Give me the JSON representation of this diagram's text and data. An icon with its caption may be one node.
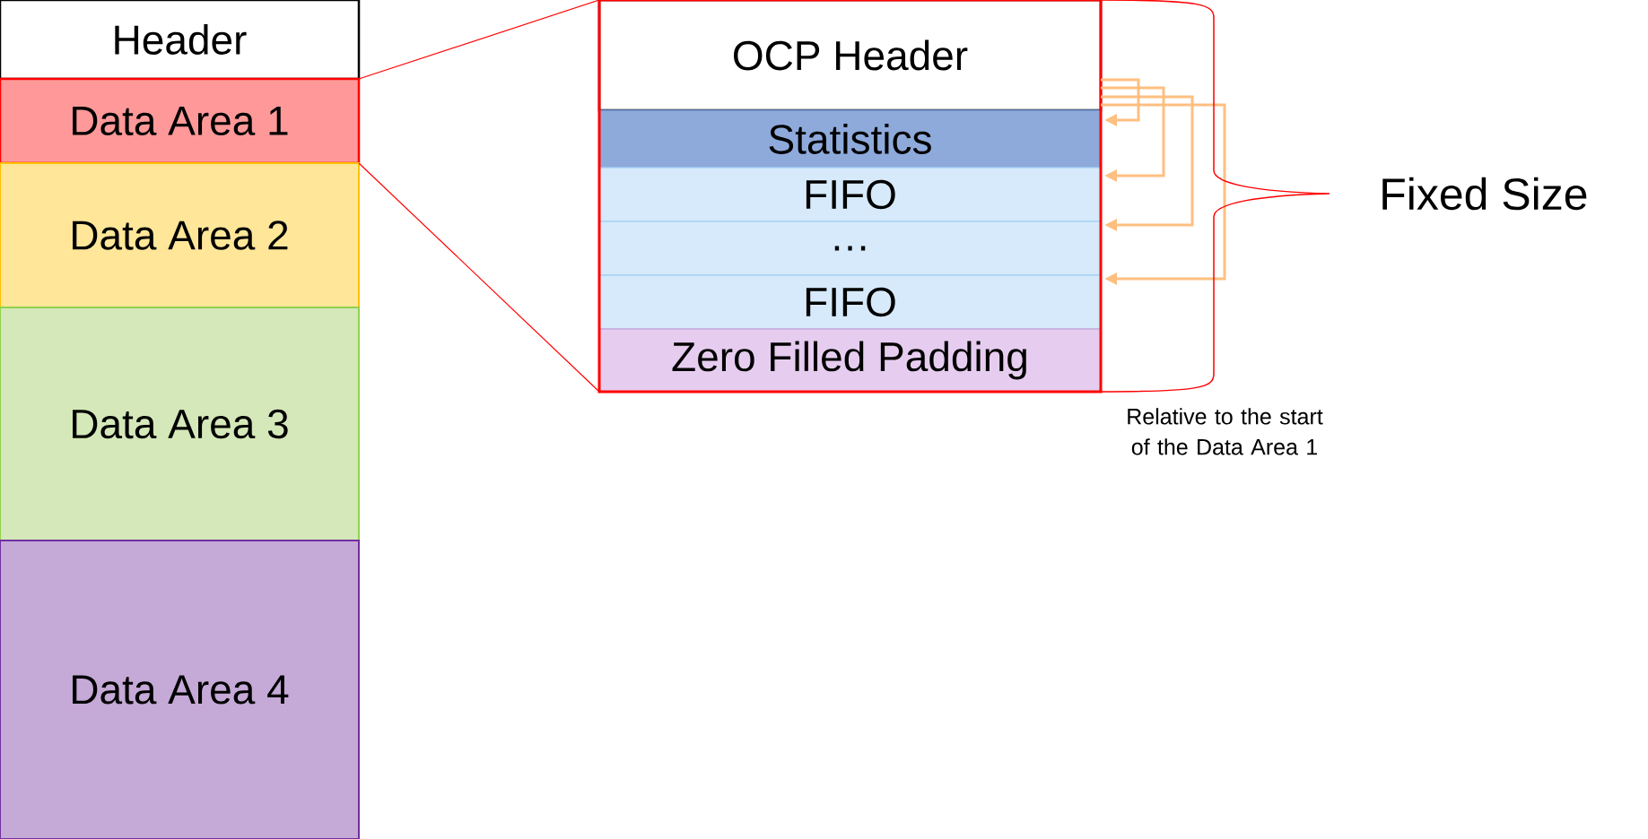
{
  "diagram": {
    "nodes": [
      {
        "text": [
          "Header"
        ]
      },
      {
        "text": [
          "Data Area 1"
        ]
      },
      {
        "text": [
          "Data Area 2"
        ]
      },
      {
        "text": [
          "Data Area 3"
        ]
      },
      {
        "text": [
          "Data Area 4"
        ]
      },
      {
        "text": [],
        "shape": "box"
      },
      {
        "text": [
          "OCP Header"
        ],
        "in": 5
      },
      {
        "text": [
          "Statistics"
        ],
        "in": 5
      },
      {
        "text": [
          "FIFO"
        ],
        "in": 5
      },
      {
        "text": [
          "…"
        ],
        "in": 5
      },
      {
        "text": [
          "FIFO"
        ],
        "in": 5
      },
      {
        "text": [
          "Zero Filled Padding"
        ],
        "in": 5
      }
    ],
    "edges": [
      {
        "from": 1,
        "to": 5,
        "arrow": "none",
        "color": "#ff0000"
      },
      {
        "from": 1,
        "to": 5,
        "arrow": "none",
        "color": "#ff0000"
      },
      {
        "from": 6,
        "to": 7,
        "arrow": "to",
        "color": "#ffbf80"
      },
      {
        "from": 6,
        "to": 8,
        "arrow": "to",
        "color": "#ffbf80"
      },
      {
        "from": 6,
        "to": 9,
        "arrow": "to",
        "color": "#ffbf80"
      },
      {
        "from": 6,
        "to": 10,
        "arrow": "to",
        "color": "#ffbf80"
      }
    ],
    "labels": [
      "Fixed Size",
      "Relative to the start of the Data Area 1"
    ]
  }
}
